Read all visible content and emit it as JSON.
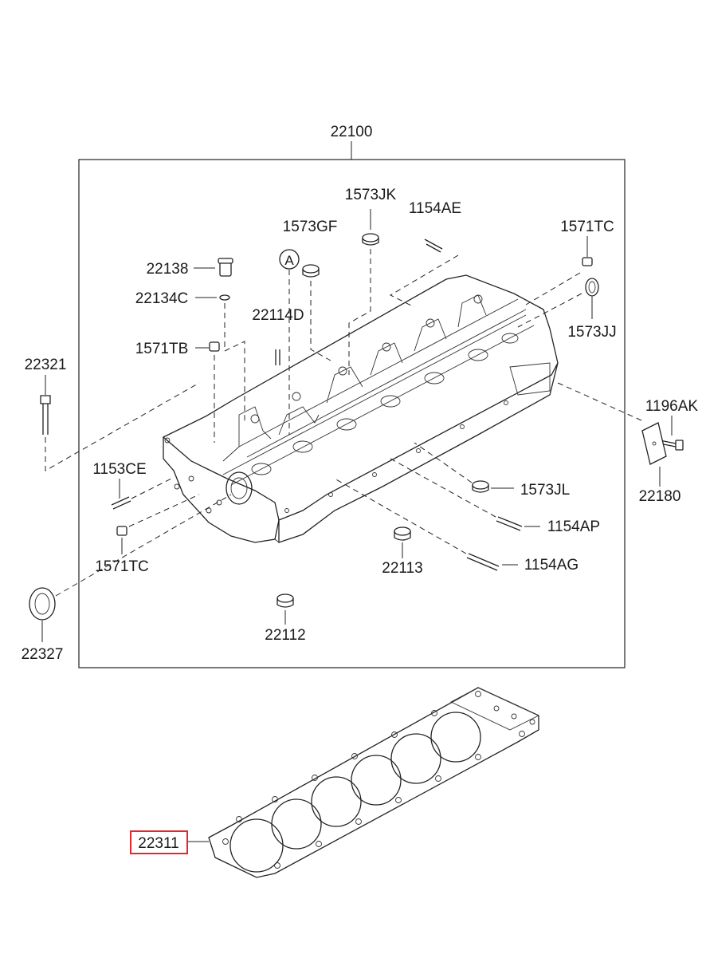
{
  "assembly_label": "22100",
  "callout_label": "A",
  "parts": {
    "p1573JK": "1573JK",
    "p1154AE": "1154AE",
    "p1573GF": "1573GF",
    "p1571TC_top": "1571TC",
    "p22138": "22138",
    "p22134C": "22134C",
    "p22114D": "22114D",
    "p1573JJ": "1573JJ",
    "p1571TB": "1571TB",
    "p22321": "22321",
    "p1196AK": "1196AK",
    "p1153CE": "1153CE",
    "p22180": "22180",
    "p1573JL": "1573JL",
    "p1154AP": "1154AP",
    "p1571TC_bottom": "1571TC",
    "p22113": "22113",
    "p1154AG": "1154AG",
    "p22112": "22112",
    "p22327": "22327",
    "p22311": "22311"
  },
  "highlight": {
    "part": "22311",
    "color": "#e8262a"
  }
}
